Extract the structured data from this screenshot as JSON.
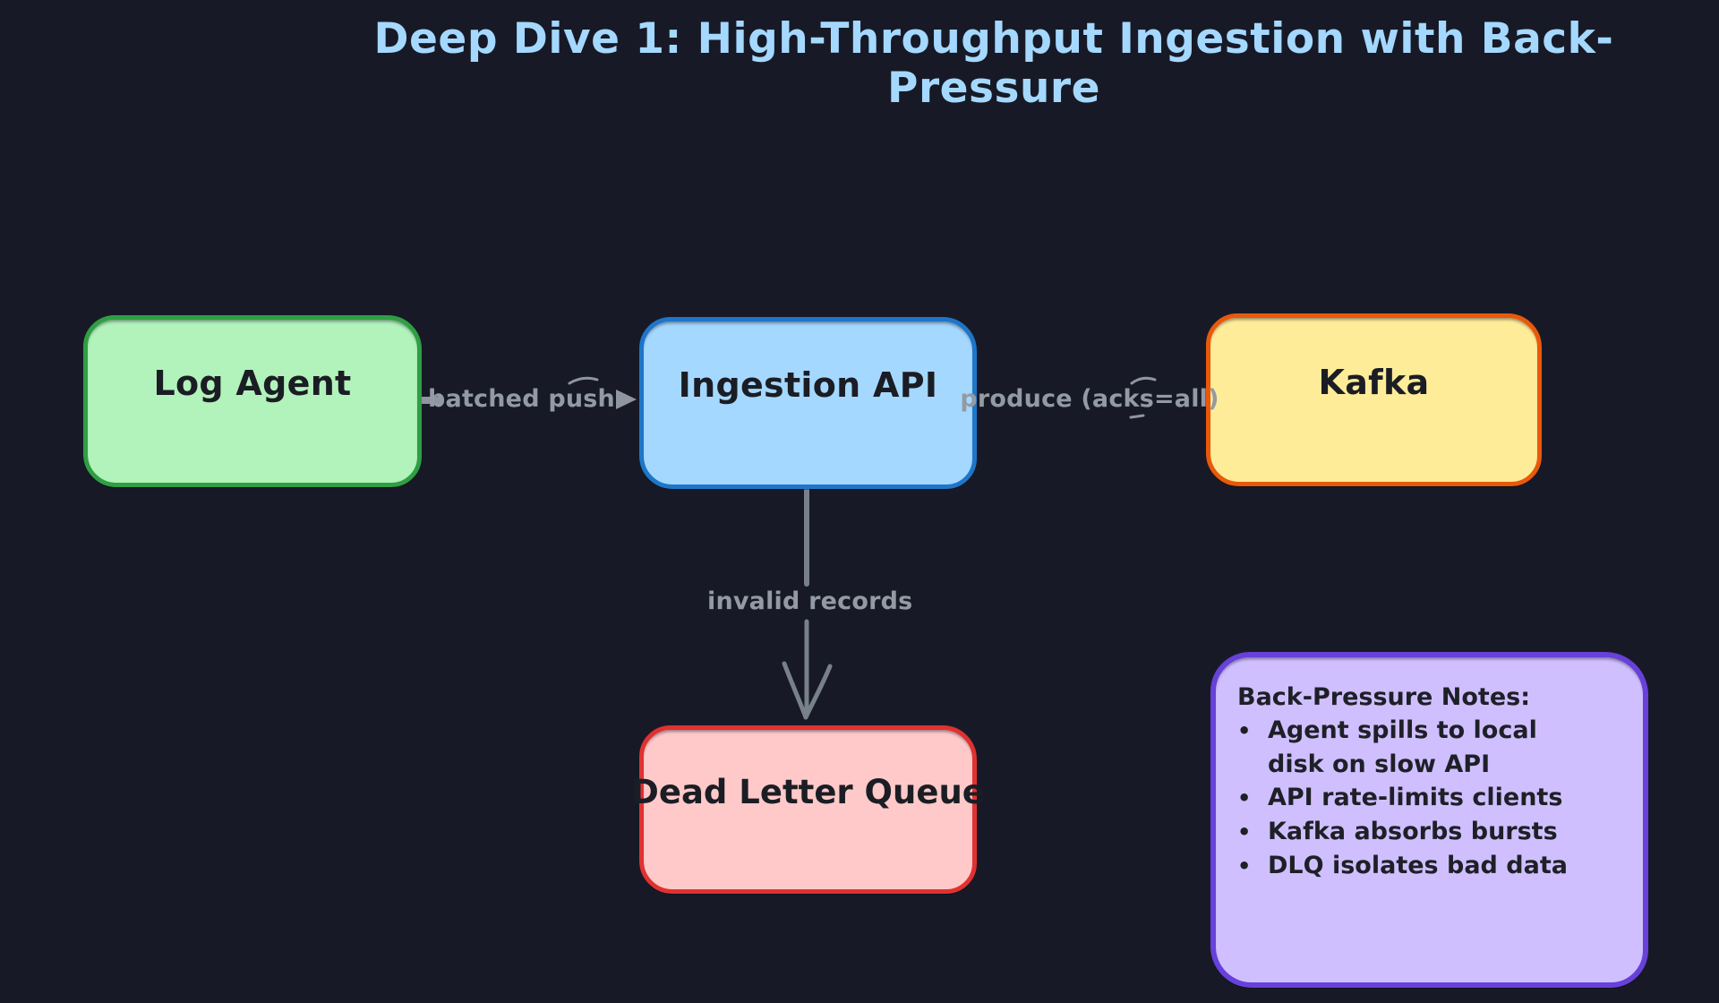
{
  "title": "Deep Dive 1: High-Throughput Ingestion with Back-Pressure",
  "palette": {
    "background": "#171a26",
    "title_text": "#a5d8ff",
    "edge_label_gray": "#939aa3",
    "edge_line_gray": "#78808a",
    "node_text": "#1b1d24"
  },
  "nodes": {
    "log_agent": {
      "label": "Log Agent",
      "fill": "#b2f2bb",
      "border": "#2f9e44"
    },
    "ingestion_api": {
      "label": "Ingestion API",
      "fill": "#a5d8ff",
      "border": "#1f76c8"
    },
    "kafka": {
      "label": "Kafka",
      "fill": "#ffec99",
      "border": "#e8590c"
    },
    "dead_letter_queue": {
      "label": "Dead Letter Queue",
      "fill": "#ffc9c9",
      "border": "#e03131"
    },
    "notes": {
      "fill": "#d0bfff",
      "border": "#6741d9",
      "lines": [
        {
          "bullet": "",
          "text": "Back-Pressure Notes:"
        },
        {
          "bullet": "•",
          "text": "Agent spills to local"
        },
        {
          "bullet": "",
          "text": "disk on slow API"
        },
        {
          "bullet": "•",
          "text": "API rate-limits clients"
        },
        {
          "bullet": "•",
          "text": "Kafka absorbs bursts"
        },
        {
          "bullet": "•",
          "text": "DLQ isolates bad data"
        }
      ]
    }
  },
  "edges": {
    "batched_push": {
      "label": "batched push",
      "from": "Log Agent",
      "to": "Ingestion API"
    },
    "produce": {
      "label": "produce (acks=all)",
      "from": "Ingestion API",
      "to": "Kafka"
    },
    "invalid_records": {
      "label": "invalid records",
      "from": "Ingestion API",
      "to": "Dead Letter Queue"
    }
  }
}
